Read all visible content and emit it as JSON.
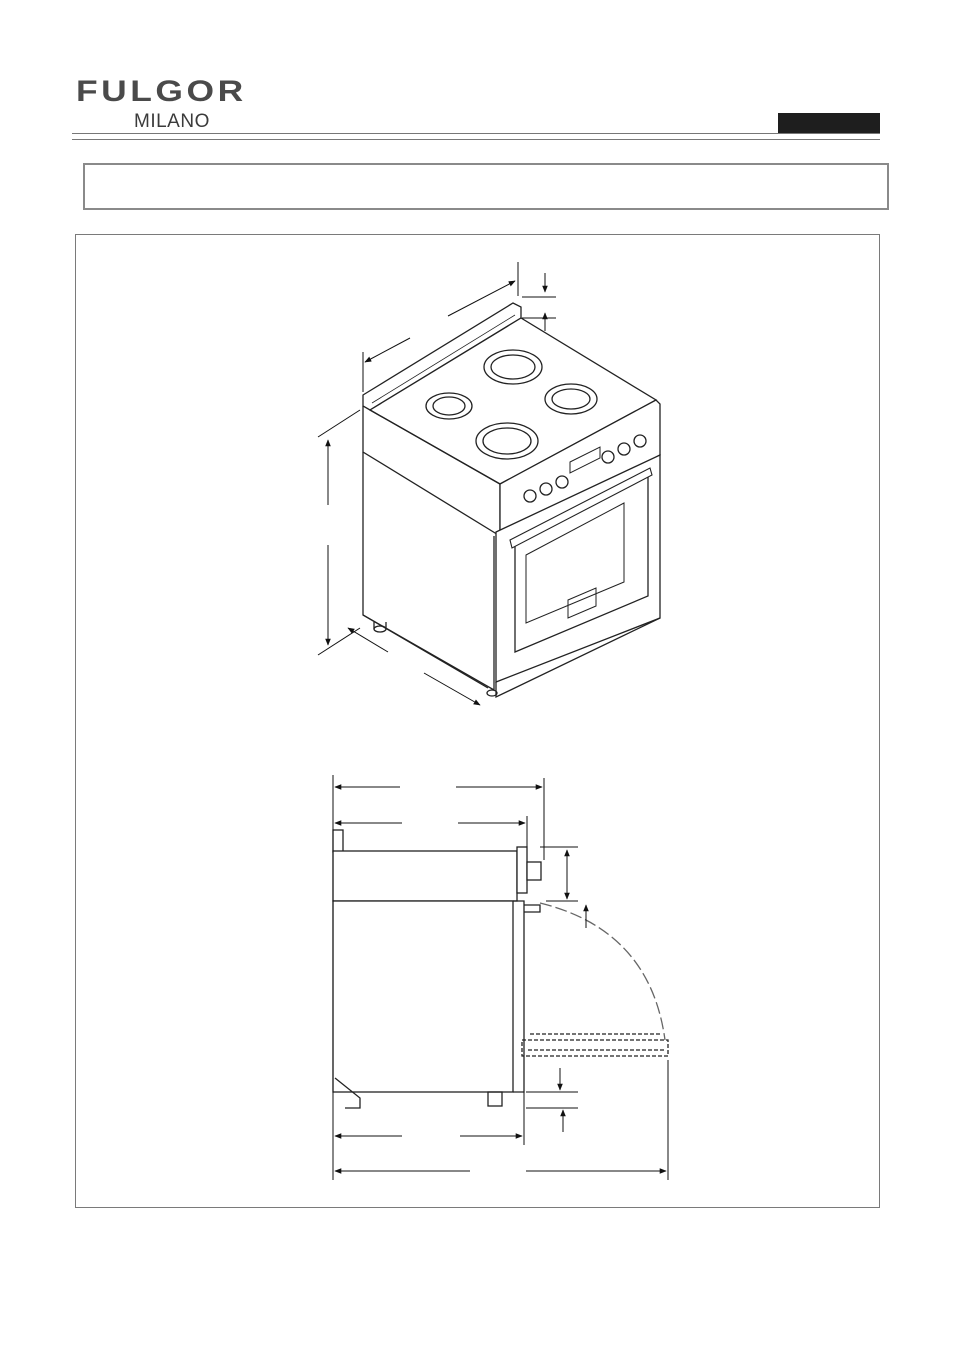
{
  "brand": {
    "name": "FULGOR",
    "subname": "MILANO"
  },
  "header": {
    "tab_label": ""
  },
  "title_box": {
    "text": ""
  },
  "figures": {
    "top": {
      "subject": "range-isometric-view"
    },
    "bottom": {
      "subject": "range-side-view-door-open"
    }
  }
}
